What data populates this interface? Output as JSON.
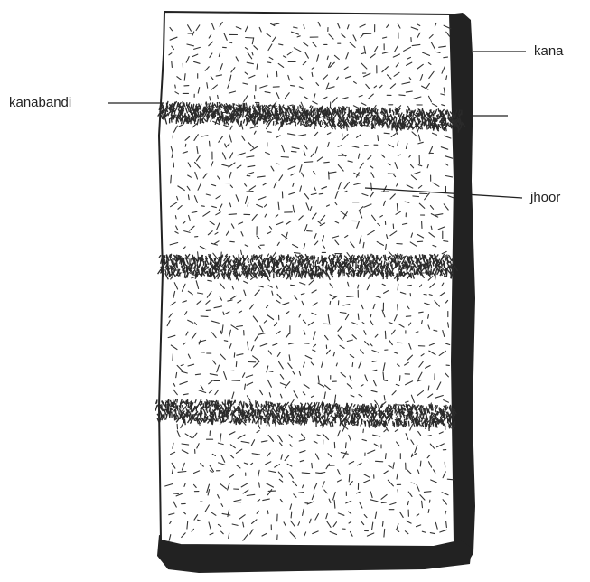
{
  "labels": {
    "kana": "kana",
    "kanabandi": "kanabandi",
    "jhoor": "jhoor"
  },
  "colors": {
    "ink": "#222222",
    "paper": "#ffffff"
  }
}
